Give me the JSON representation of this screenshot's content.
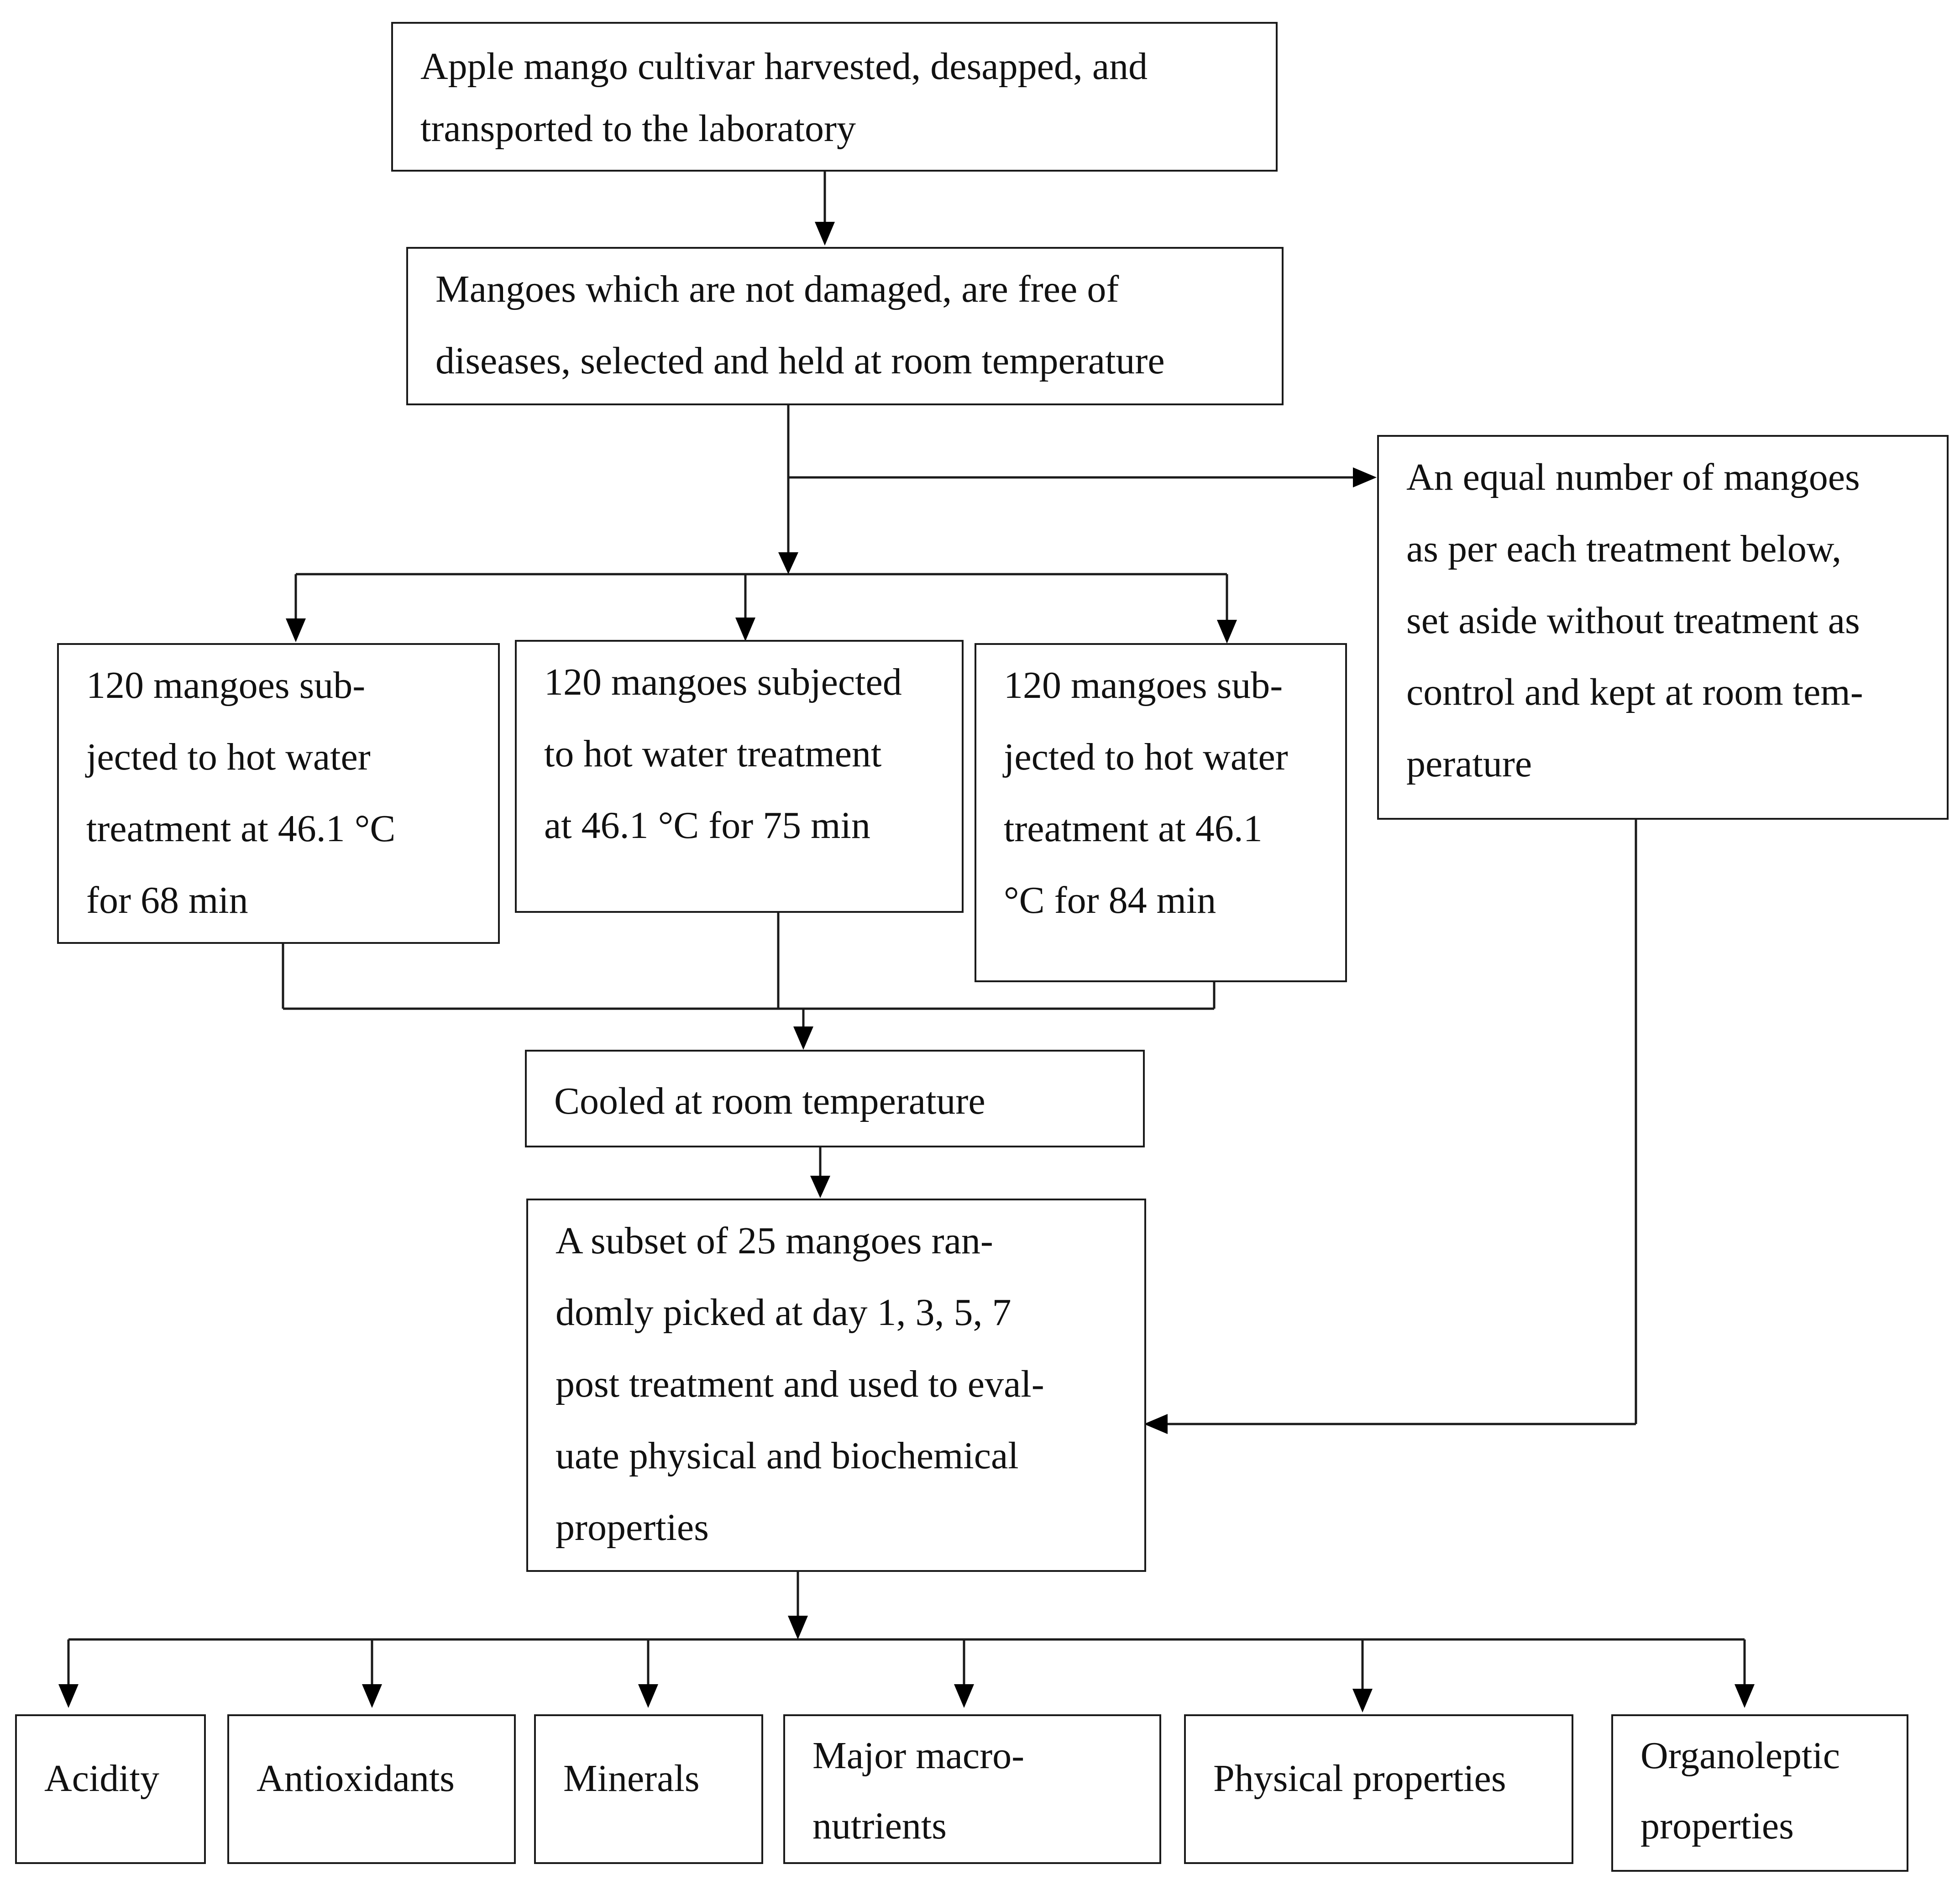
{
  "diagram": {
    "boxes": {
      "harvest": "Apple mango cultivar harvested, desapped, and\ntransported to the laboratory",
      "selection": "Mangoes which are not damaged, are free of\ndiseases, selected and held at room temperature",
      "control": "An equal number of mangoes\nas per each treatment below,\nset aside without treatment as\ncontrol and kept at room tem-\nperature",
      "treat68": "120 mangoes sub-\njected to hot water\ntreatment at 46.1 °C\nfor 68 min",
      "treat75": "120 mangoes subjected\nto hot water treatment\nat 46.1 °C for 75 min",
      "treat84": "120 mangoes sub-\njected to hot water\ntreatment at 46.1\n°C for 84 min",
      "cooled": "Cooled at room temperature",
      "subset": "A subset of 25 mangoes ran-\ndomly picked at day 1, 3, 5, 7\npost treatment and used to eval-\nuate physical and biochemical\nproperties"
    },
    "outcomes": [
      "Acidity",
      "Antioxidants",
      "Minerals",
      "Major macro-\nnutrients",
      "Physical properties",
      "Organoleptic\nproperties"
    ]
  }
}
